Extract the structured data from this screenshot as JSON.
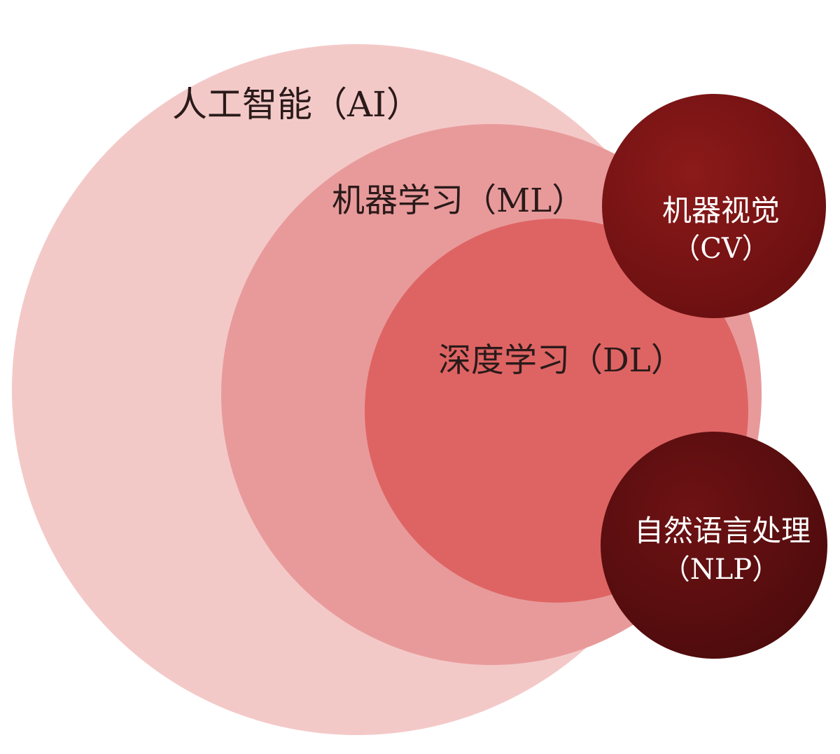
{
  "diagram": {
    "ai": {
      "label": "人工智能（AI）",
      "color": "#f3c9c8"
    },
    "ml": {
      "label": "机器学习（ML）",
      "color": "#e89a9a"
    },
    "dl": {
      "label": "深度学习（DL）",
      "color": "#de6463"
    },
    "cv": {
      "label_line1": "机器视觉",
      "label_line2": "（CV）",
      "color": "#7a1414"
    },
    "nlp": {
      "label_line1": "自然语言处理",
      "label_line2": "（NLP）",
      "color": "#5e0f10"
    }
  }
}
